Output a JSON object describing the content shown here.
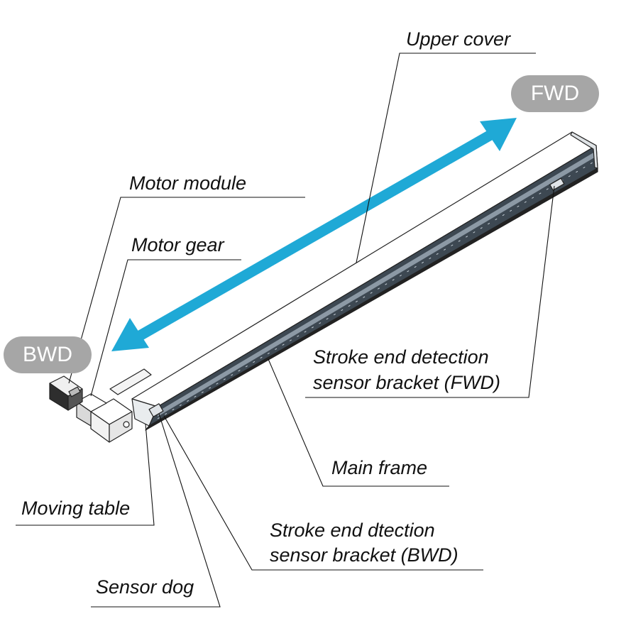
{
  "labels": {
    "upper_cover": "Upper cover",
    "motor_module": "Motor module",
    "motor_gear": "Motor gear",
    "fwd_bracket_line1": "Stroke end detection",
    "fwd_bracket_line2": "sensor bracket (FWD)",
    "main_frame": "Main frame",
    "moving_table": "Moving table",
    "bwd_bracket_line1": "Stroke end dtection",
    "bwd_bracket_line2": "sensor bracket (BWD)",
    "sensor_dog": "Sensor dog"
  },
  "directions": {
    "fwd": "FWD",
    "bwd": "BWD"
  },
  "colors": {
    "arrow": "#1fa9d6",
    "pill": "#a6a6a6",
    "line": "#111111",
    "frame_dark": "#4a5560"
  }
}
